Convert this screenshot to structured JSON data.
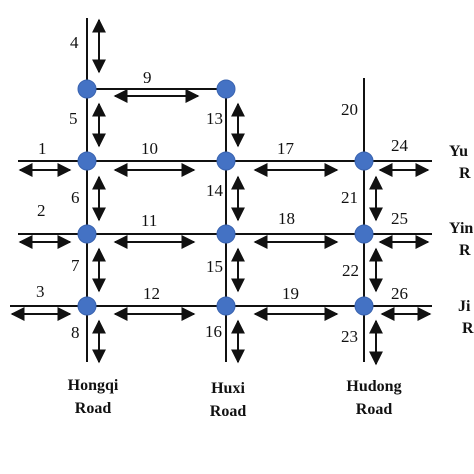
{
  "diagram": {
    "colors": {
      "line": "#111111",
      "node_fill": "#4472c4",
      "node_stroke": "#3a64b0",
      "background": "#ffffff"
    },
    "nodes": [
      {
        "id": "n1"
      },
      {
        "id": "n2"
      },
      {
        "id": "n3"
      },
      {
        "id": "n4"
      },
      {
        "id": "n5"
      },
      {
        "id": "n6"
      },
      {
        "id": "n7"
      },
      {
        "id": "n8"
      },
      {
        "id": "n9"
      },
      {
        "id": "n10"
      },
      {
        "id": "n11"
      }
    ],
    "edge_labels": [
      "1",
      "2",
      "3",
      "4",
      "5",
      "6",
      "7",
      "8",
      "9",
      "10",
      "11",
      "12",
      "13",
      "14",
      "15",
      "16",
      "17",
      "18",
      "19",
      "20",
      "21",
      "22",
      "23",
      "24",
      "25",
      "26"
    ],
    "vertical_roads": [
      {
        "name": "Hongqi",
        "suffix": "Road"
      },
      {
        "name": "Huxi",
        "suffix": "Road"
      },
      {
        "name": "Hudong",
        "suffix": "Road"
      }
    ],
    "horizontal_roads": [
      {
        "line1": "Yu",
        "line2": "R"
      },
      {
        "line1": "Yin",
        "line2": "R"
      },
      {
        "line1": "Ji",
        "line2": "R"
      }
    ]
  }
}
